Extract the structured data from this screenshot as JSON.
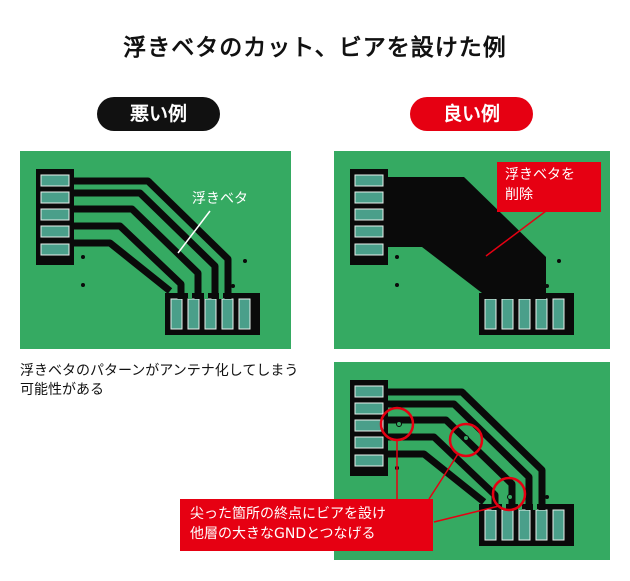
{
  "title": "浮きベタのカット、ビアを設けた例",
  "bad_label": "悪い例",
  "good_label": "良い例",
  "bad_annotation": "浮きベタ",
  "bad_caption": "浮きベタのパターンがアンテナ化してしまう可能性がある",
  "good_callout_top": [
    "浮きベタを",
    "削除"
  ],
  "good_callout_bottom": [
    "尖った箇所の終点にビアを設け",
    "他層の大きなGNDとつなげる"
  ],
  "colors": {
    "board_green": "#35aa62",
    "copper_black": "#0a0a0a",
    "pad_teal": "#4a9f8a",
    "accent_red": "#e60012"
  }
}
